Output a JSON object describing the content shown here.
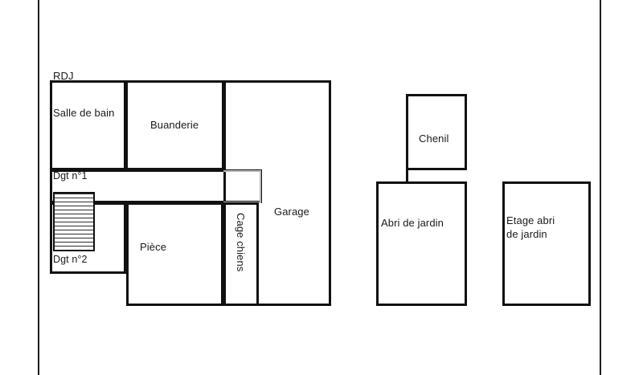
{
  "plan": {
    "title": "RDJ",
    "colors": {
      "wall": "#111111",
      "wall_light": "#b9b9b9",
      "background": "#ffffff",
      "text": "#1a1a1a"
    },
    "main_building": {
      "level_label": "RDJ",
      "rooms": [
        {
          "id": "salle-de-bain",
          "label": "Salle de bain"
        },
        {
          "id": "buanderie",
          "label": "Buanderie"
        },
        {
          "id": "dgt-1",
          "label": "Dgt n°1"
        },
        {
          "id": "dgt-2",
          "label": "Dgt n°2"
        },
        {
          "id": "piece",
          "label": "Pièce"
        },
        {
          "id": "cage-chiens",
          "label": "Cage chiens"
        },
        {
          "id": "garage",
          "label": "Garage"
        }
      ],
      "stairs": {
        "id": "escalier",
        "hatch_lines": 18
      }
    },
    "outbuildings": [
      {
        "id": "chenil",
        "label": "Chenil"
      },
      {
        "id": "abri-de-jardin",
        "label": "Abri de jardin"
      },
      {
        "id": "etage-abri-de-jardin",
        "label_line1": "Etage abri",
        "label_line2": "de jardin"
      }
    ]
  }
}
